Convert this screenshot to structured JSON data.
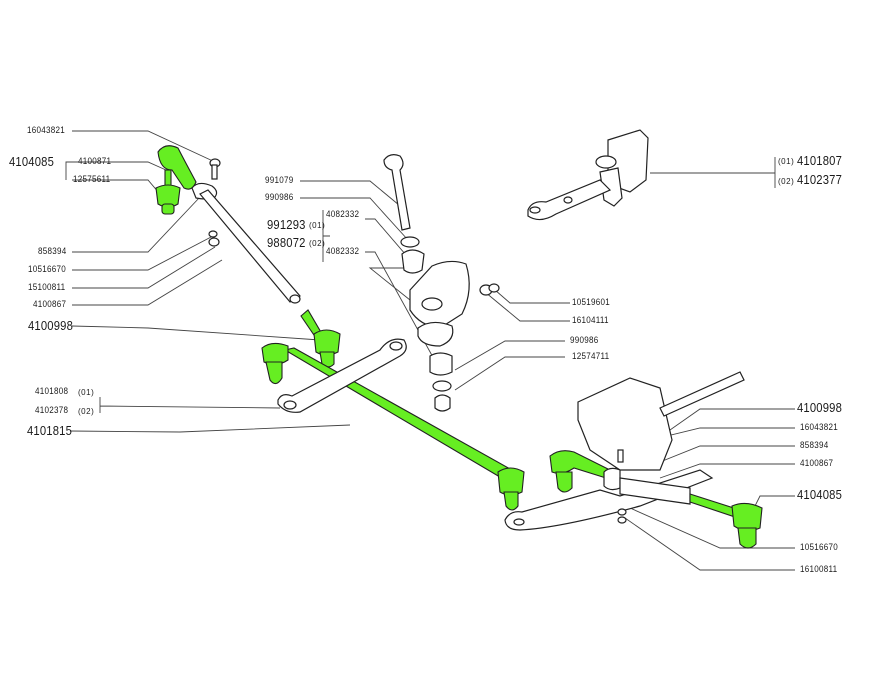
{
  "diagram": {
    "title": "Steering linkage exploded view",
    "highlight_color": "#66ee22",
    "line_color": "#333333",
    "labels_left": [
      {
        "id": "l1",
        "text": "16043821"
      },
      {
        "id": "l2",
        "text": "4104085",
        "group": true
      },
      {
        "id": "l3",
        "text": "4100871"
      },
      {
        "id": "l4",
        "text": "12575611"
      },
      {
        "id": "l5",
        "text": "858394"
      },
      {
        "id": "l6",
        "text": "10516670"
      },
      {
        "id": "l7",
        "text": "15100811"
      },
      {
        "id": "l8",
        "text": "4100867"
      },
      {
        "id": "l9",
        "text": "4100998",
        "group": true
      },
      {
        "id": "l10",
        "text": "4101808",
        "variant": "(01)"
      },
      {
        "id": "l11",
        "text": "4102378",
        "variant": "(02)"
      },
      {
        "id": "l12",
        "text": "4101815",
        "group": true
      }
    ],
    "labels_center": [
      {
        "id": "c1",
        "text": "991079"
      },
      {
        "id": "c2",
        "text": "990986"
      },
      {
        "id": "c3",
        "text": "991293",
        "variant": "(01)",
        "group": true
      },
      {
        "id": "c4",
        "text": "988072",
        "variant": "(02)",
        "group": true
      },
      {
        "id": "c5",
        "text": "4082332"
      },
      {
        "id": "c6",
        "text": "4082332"
      },
      {
        "id": "c7",
        "text": "10519601"
      },
      {
        "id": "c8",
        "text": "16104111"
      },
      {
        "id": "c9",
        "text": "990986"
      },
      {
        "id": "c10",
        "text": "12574711"
      }
    ],
    "labels_right": [
      {
        "id": "r1",
        "text": "4101807",
        "variant": "(01)",
        "group": true
      },
      {
        "id": "r2",
        "text": "4102377",
        "variant": "(02)",
        "group": true
      },
      {
        "id": "r3",
        "text": "4100998",
        "group": true
      },
      {
        "id": "r4",
        "text": "16043821"
      },
      {
        "id": "r5",
        "text": "858394"
      },
      {
        "id": "r6",
        "text": "4100867"
      },
      {
        "id": "r7",
        "text": "4104085",
        "group": true
      },
      {
        "id": "r8",
        "text": "10516670"
      },
      {
        "id": "r9",
        "text": "16100811"
      }
    ]
  }
}
